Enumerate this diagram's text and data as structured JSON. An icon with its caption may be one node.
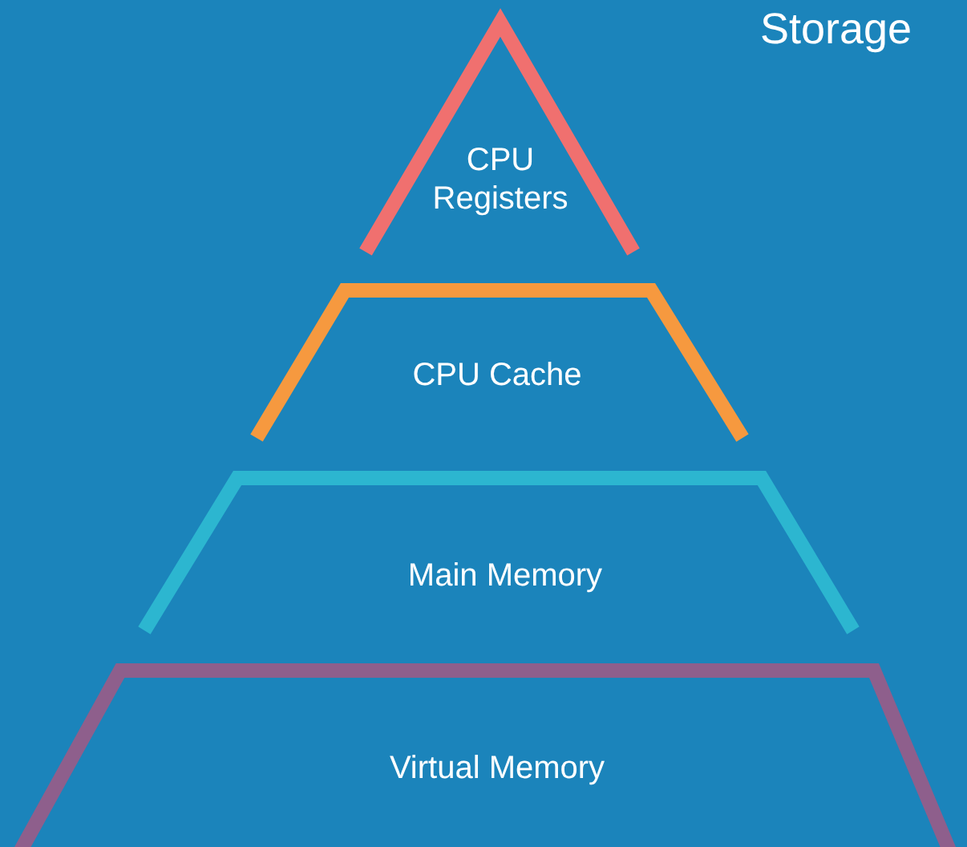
{
  "diagram": {
    "nodes": [
      {
        "text": [
          "CPU Registers"
        ]
      },
      {
        "text": [
          "CPU Cache"
        ]
      },
      {
        "text": [
          "Main Memory"
        ]
      },
      {
        "text": [
          "Virtual Memory"
        ]
      }
    ],
    "labels": [
      "Storage"
    ]
  }
}
